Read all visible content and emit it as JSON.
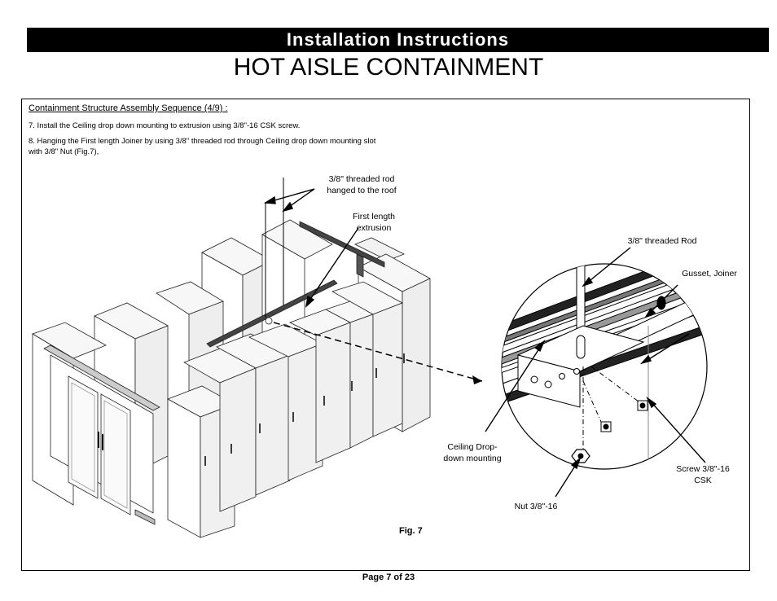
{
  "header": {
    "banner": "Installation Instructions",
    "title": "HOT AISLE CONTAINMENT"
  },
  "content": {
    "heading": "Containment Structure Assembly Sequence (4/9) :",
    "step7": "7. Install the Ceiling drop down mounting to extrusion using 3/8\"-16 CSK screw.",
    "step8": "8. Hanging the First length Joiner by using 3/8\" threaded rod through Ceiling drop down mounting slot with 3/8\" Nut  (Fig.7),"
  },
  "callouts": {
    "rod_roof_1": "3/8\" threaded rod",
    "rod_roof_2": "hanged to the roof",
    "extrusion_1": "First length",
    "extrusion_2": "extrusion",
    "rod": "3/8\" threaded Rod",
    "gusset": "Gusset, Joiner",
    "mounting_1": "Ceiling Drop-",
    "mounting_2": "down mounting",
    "screw_1": "Screw 3/8\"-16",
    "screw_2": "CSK",
    "nut": "Nut 3/8\"-16"
  },
  "figure": {
    "caption": "Fig. 7"
  },
  "footer": {
    "page": "Page 7 of 23"
  }
}
